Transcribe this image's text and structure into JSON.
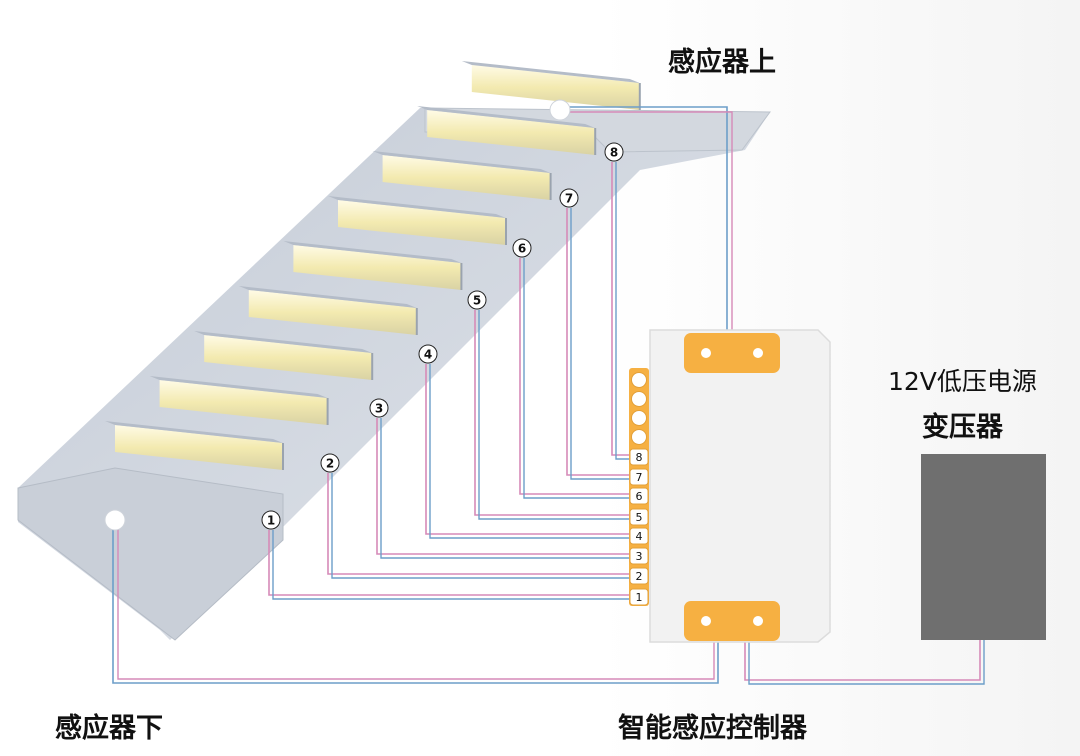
{
  "labels": {
    "sensor_top": "感应器上",
    "sensor_bottom": "感应器下",
    "controller": "智能感应控制器",
    "power_voltage": "12V低压电源",
    "transformer": "变压器"
  },
  "step_numbers": [
    "1",
    "2",
    "3",
    "4",
    "5",
    "6",
    "7",
    "8"
  ],
  "colors": {
    "wire_pink": "#d68ab8",
    "wire_blue": "#6d9ec9",
    "connector_orange": "#f6b042",
    "transformer_gray": "#6f6f6f",
    "led_glow": "#f3eab0",
    "stair_gray": "#b4bcc8"
  }
}
